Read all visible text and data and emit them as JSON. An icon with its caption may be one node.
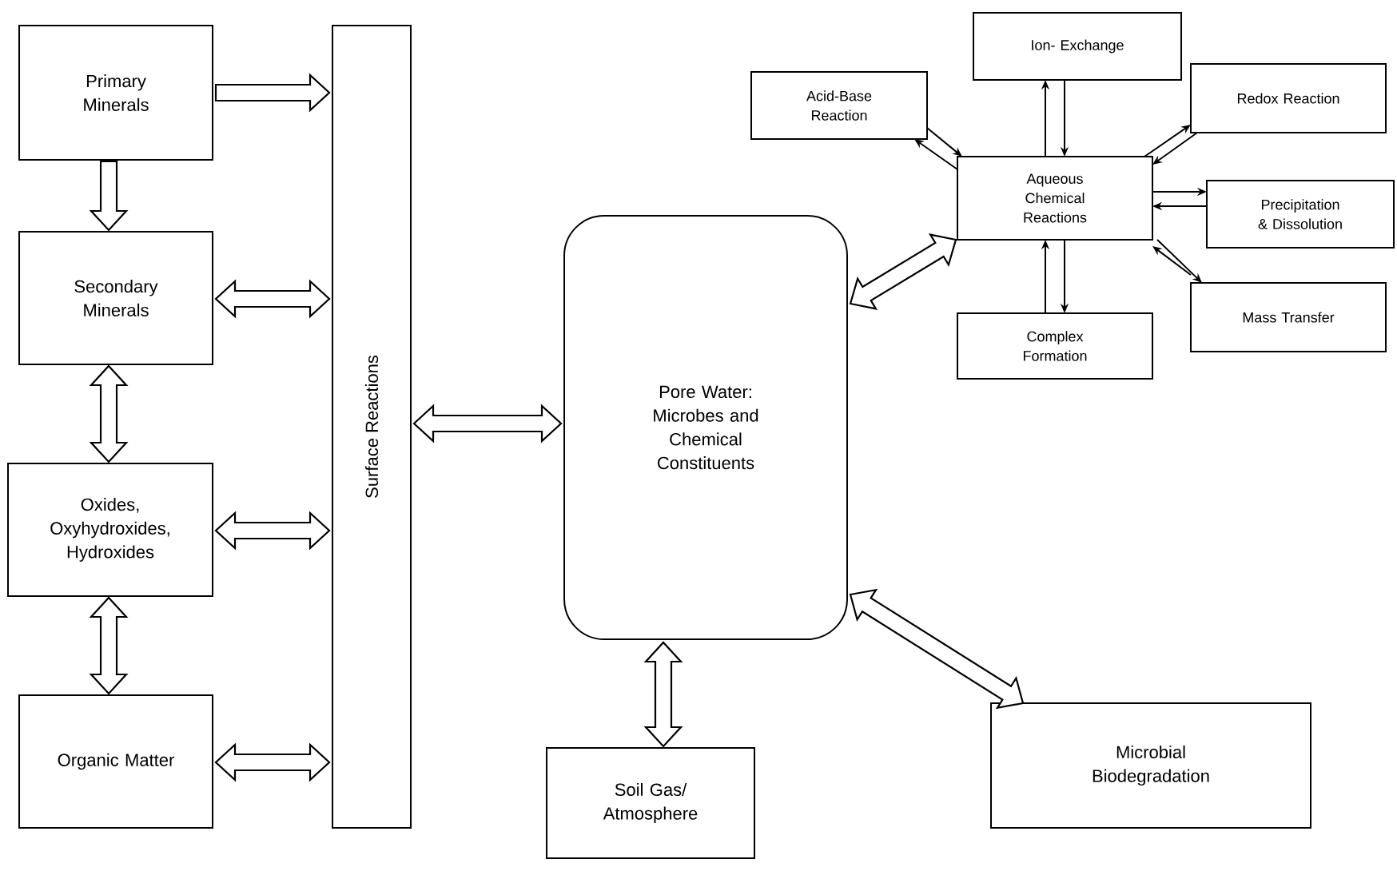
{
  "diagram": {
    "nodes": [
      {
        "text": [
          "Primary Minerals"
        ]
      },
      {
        "text": [
          "Secondary Minerals"
        ]
      },
      {
        "text": [
          "Oxides, Oxyhydroxides, Hydroxides"
        ]
      },
      {
        "text": [
          "Organic Matter"
        ]
      },
      {
        "text": [
          "Surface Reactions"
        ]
      },
      {
        "text": [
          "Pore Water: Microbes and Chemical Constituents"
        ]
      },
      {
        "text": [
          "Ion- Exchange"
        ]
      },
      {
        "text": [
          "Acid-Base Reaction"
        ]
      },
      {
        "text": [
          "Aqueous Chemical Reactions"
        ]
      },
      {
        "text": [
          "Redox Reaction"
        ]
      },
      {
        "text": [
          "Precipitation & Dissolution"
        ]
      },
      {
        "text": [
          "Mass Transfer"
        ]
      },
      {
        "text": [
          "Complex Formation"
        ]
      },
      {
        "text": [
          "Soil Gas/ Atmosphere"
        ]
      },
      {
        "text": [
          "Microbial Biodegradation"
        ]
      }
    ],
    "edges": [
      {
        "from": 0,
        "to": 4,
        "arrow": "to",
        "style": "thick"
      },
      {
        "from": 0,
        "to": 1,
        "arrow": "to",
        "style": "thick"
      },
      {
        "from": 1,
        "to": 4,
        "arrow": "both",
        "style": "thick"
      },
      {
        "from": 1,
        "to": 2,
        "arrow": "both",
        "style": "thick"
      },
      {
        "from": 2,
        "to": 4,
        "arrow": "both",
        "style": "thick"
      },
      {
        "from": 2,
        "to": 3,
        "arrow": "both",
        "style": "thick"
      },
      {
        "from": 3,
        "to": 4,
        "arrow": "both",
        "style": "thick"
      },
      {
        "from": 4,
        "to": 5,
        "arrow": "both",
        "style": "thick"
      },
      {
        "from": 5,
        "to": 8,
        "arrow": "both",
        "style": "thick"
      },
      {
        "from": 5,
        "to": 13,
        "arrow": "both",
        "style": "thick"
      },
      {
        "from": 5,
        "to": 14,
        "arrow": "both",
        "style": "thick"
      },
      {
        "from": 8,
        "to": 6,
        "arrow": "to"
      },
      {
        "from": 6,
        "to": 8,
        "arrow": "to"
      },
      {
        "from": 8,
        "to": 7,
        "arrow": "to"
      },
      {
        "from": 7,
        "to": 8,
        "arrow": "to"
      },
      {
        "from": 8,
        "to": 9,
        "arrow": "to"
      },
      {
        "from": 9,
        "to": 8,
        "arrow": "to"
      },
      {
        "from": 8,
        "to": 10,
        "arrow": "to"
      },
      {
        "from": 10,
        "to": 8,
        "arrow": "to"
      },
      {
        "from": 11,
        "to": 8,
        "arrow": "to"
      },
      {
        "from": 8,
        "to": 11,
        "arrow": "to"
      },
      {
        "from": 12,
        "to": 8,
        "arrow": "to"
      },
      {
        "from": 8,
        "to": 12,
        "arrow": "to"
      }
    ]
  }
}
